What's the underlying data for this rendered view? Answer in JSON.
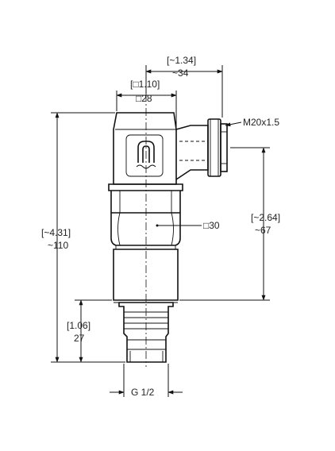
{
  "dimensions": {
    "connector_offset": {
      "imperial": "[~1.34]",
      "metric": "~34"
    },
    "head_width": {
      "imperial": "[□1.10]",
      "metric": "□28"
    },
    "cable_thread": "M20x1.5",
    "total_height": {
      "imperial": "[~4.31]",
      "metric": "~110"
    },
    "connector_height": {
      "imperial": "[~2.64]",
      "metric": "~67"
    },
    "hex_size": "□30",
    "thread_length": {
      "imperial": "[1.06]",
      "metric": "27"
    },
    "process_thread": "G 1/2"
  }
}
